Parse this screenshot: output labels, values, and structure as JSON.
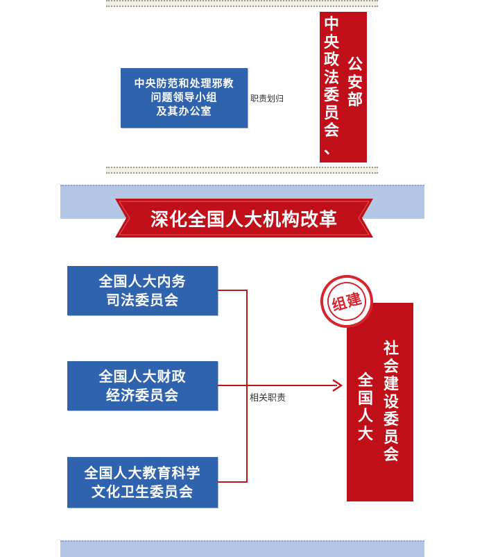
{
  "section1": {
    "blue_box_lines": [
      "中央防范和处理邪教",
      "问题领导小组",
      "及其办公室"
    ],
    "arrow_label": "职责划归",
    "red_col_left": [
      "中",
      "央",
      "政",
      "法",
      "委",
      "员",
      "会",
      "、"
    ],
    "red_col_right": [
      "公",
      "安",
      "部"
    ]
  },
  "section2": {
    "banner_title": "深化全国人大机构改革",
    "boxes": [
      {
        "lines": [
          "全国人大内务",
          "司法委员会"
        ]
      },
      {
        "lines": [
          "全国人大财政",
          "经济委员会"
        ]
      },
      {
        "lines": [
          "全国人大教育科学",
          "文化卫生委员会"
        ]
      }
    ],
    "arrow_label": "相关职责",
    "stamp_text": "组建",
    "red_col_left": [
      "全",
      "国",
      "人",
      "大"
    ],
    "red_col_right": [
      "社",
      "会",
      "建",
      "设",
      "委",
      "员",
      "会"
    ]
  },
  "colors": {
    "blue": "#2f63ad",
    "red": "#c00f18",
    "band_blue": "#b3c6e4"
  }
}
